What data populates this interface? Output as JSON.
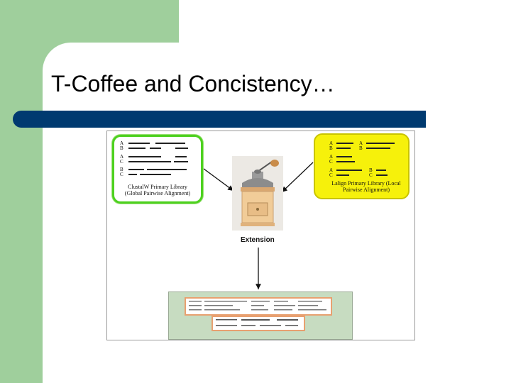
{
  "slide": {
    "title": "T-Coffee and Concistency…"
  },
  "figure": {
    "left_library": {
      "line1": "ClustalW Primary Library",
      "line2": "(Global Pairwise Alignment)",
      "seq_labels": [
        "A",
        "B",
        "A",
        "C",
        "B",
        "C"
      ]
    },
    "right_library": {
      "line1": "Lalign Primary Library (Local",
      "line2": "Pairwise Alignment)",
      "seq_labels_left": [
        "A",
        "B",
        "A",
        "C",
        "A",
        "C"
      ],
      "seq_labels_right": [
        "A",
        "B",
        "B",
        "C"
      ]
    },
    "center_label": "Extension"
  },
  "colors": {
    "band": "#9fcf9c",
    "title_bar": "#003a70",
    "left_box_border": "#4dd11f",
    "right_box_fill": "#f6f10b",
    "alignment_panel": "#c7dcc1"
  }
}
